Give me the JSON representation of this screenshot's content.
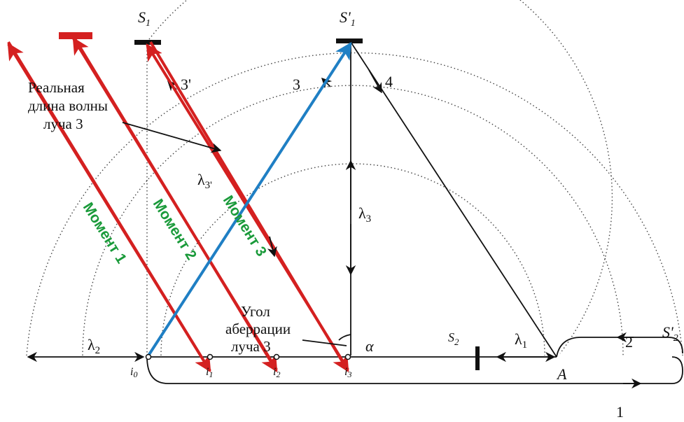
{
  "labels": {
    "s1": "S",
    "s1_sub": "1",
    "s1p": "S'",
    "s1p_sub": "1",
    "s2": "S",
    "s2_sub": "2",
    "s2p": "S'",
    "s2p_sub": "2",
    "ray3p": "3'",
    "ray3": "3",
    "ray4": "4",
    "ray2": "2",
    "ray1": "1",
    "lambda1": "λ",
    "lambda1_sub": "1",
    "lambda2": "λ",
    "lambda2_sub": "2",
    "lambda3": "λ",
    "lambda3_sub": "3",
    "lambda3p": "λ",
    "lambda3p_sub": "3'",
    "alpha": "α",
    "pointA": "A",
    "i0": "i",
    "i0_sub": "0",
    "i1": "i",
    "i1_sub": "1",
    "i2": "i",
    "i2_sub": "2",
    "i3": "i",
    "i3_sub": "3"
  },
  "notes": {
    "real_wavelength": [
      "Реальная",
      "длина волны",
      "луча 3"
    ],
    "aberration_angle": [
      "Угол",
      "аберрации",
      "луча 3"
    ]
  },
  "moments": [
    "Момент 1",
    "Момент 2",
    "Момент 3"
  ],
  "colors": {
    "red_ray": "#d42020",
    "blue_ray": "#1f7fc4",
    "moment_text": "#1a9a3a",
    "line": "#111111"
  }
}
